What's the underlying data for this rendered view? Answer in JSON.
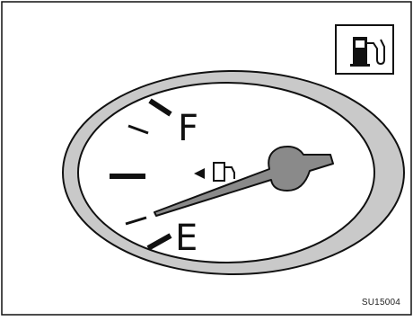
{
  "gauge": {
    "full_label": "F",
    "empty_label": "E",
    "needle_level": 0.15
  },
  "indicator_icon": "fuel-pump-icon",
  "figure_code": "SU15004",
  "colors": {
    "bezel": "#c9c9c9",
    "stroke": "#111111",
    "needle": "#8a8a8a"
  }
}
